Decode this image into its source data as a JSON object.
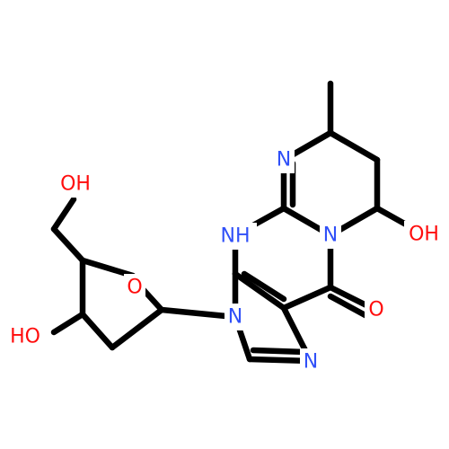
{
  "colors": {
    "carbon_bond": "#000000",
    "nitrogen": "#3050F8",
    "oxygen": "#FF0D0D",
    "background": "#ffffff"
  },
  "molecule": {
    "atoms": {
      "ho_top": {
        "label": "OH",
        "element": "O"
      },
      "o_ring": {
        "label": "O",
        "element": "O"
      },
      "ho_left": {
        "label": "HO",
        "element": "O"
      },
      "n_imid": {
        "label": "N",
        "element": "N"
      },
      "n_imid2": {
        "label": "N",
        "element": "N"
      },
      "nh": {
        "label": "NH",
        "element": "N"
      },
      "n_pyr": {
        "label": "N",
        "element": "N"
      },
      "n_fused": {
        "label": "N",
        "element": "N"
      },
      "oh_right": {
        "label": "OH",
        "element": "O"
      },
      "o_carbonyl": {
        "label": "O",
        "element": "O"
      }
    }
  }
}
